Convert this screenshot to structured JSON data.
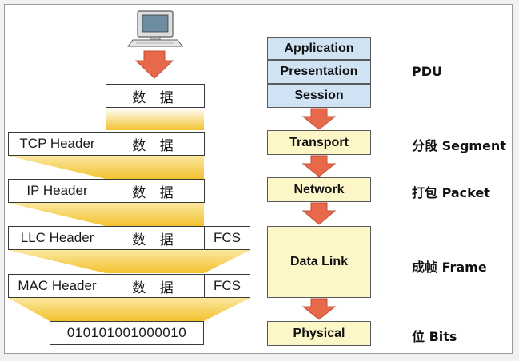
{
  "colors": {
    "layer_blue": "#cfe3f4",
    "layer_yellow": "#fdf6c6",
    "arrow": "#e8694a",
    "gold": "#f2c22e"
  },
  "icons": {
    "computer": "computer-icon"
  },
  "left": {
    "data_label": "数 据",
    "rows": [
      {
        "header": "",
        "trailer": ""
      },
      {
        "header": "TCP Header",
        "trailer": ""
      },
      {
        "header": "IP Header",
        "trailer": ""
      },
      {
        "header": "LLC Header",
        "trailer": "FCS"
      },
      {
        "header": "MAC Header",
        "trailer": "FCS"
      }
    ],
    "bits": "010101001000010"
  },
  "layers": {
    "application": "Application",
    "presentation": "Presentation",
    "session": "Session",
    "transport": "Transport",
    "network": "Network",
    "datalink": "Data Link",
    "physical": "Physical"
  },
  "units": {
    "pdu": "PDU",
    "segment": "分段 Segment",
    "packet": "打包 Packet",
    "frame": "成帧 Frame",
    "bits": "位 Bits"
  }
}
